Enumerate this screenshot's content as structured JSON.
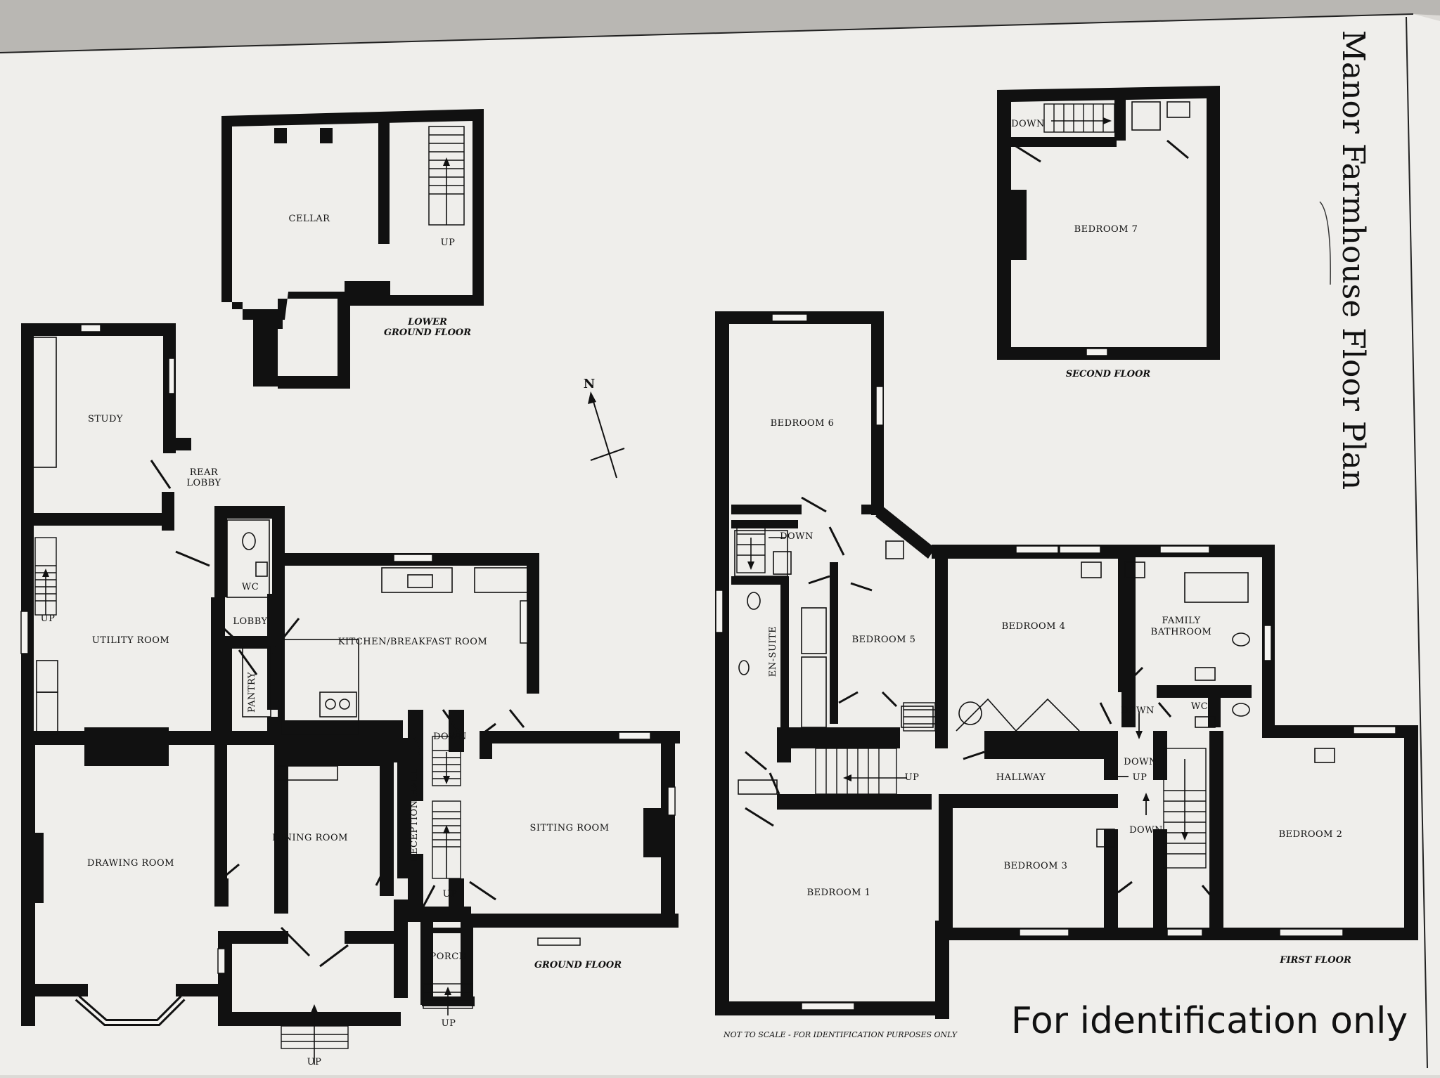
{
  "title": "Manor Farmhouse Floor Plan",
  "stamp": "For identification only",
  "scale_note": "NOT TO SCALE - FOR IDENTIFICATION PURPOSES ONLY",
  "compass": "N",
  "floors": {
    "lower_ground": {
      "label_line1": "LOWER",
      "label_line2": "GROUND FLOOR",
      "rooms": {
        "cellar": "CELLAR"
      },
      "up": "UP"
    },
    "ground": {
      "label": "GROUND FLOOR",
      "rooms": {
        "study": "STUDY",
        "rear_lobby_1": "REAR",
        "rear_lobby_2": "LOBBY",
        "wc": "WC",
        "lobby": "LOBBY",
        "utility": "UTILITY ROOM",
        "kitchen": "KITCHEN/BREAKFAST ROOM",
        "pantry": "PANTRY",
        "drawing": "DRAWING ROOM",
        "dining": "DINING ROOM",
        "reception": "RECEPTION HALL",
        "sitting": "SITTING ROOM",
        "porch": "PORCH"
      },
      "stairs": {
        "up_utility": "UP",
        "down_hall": "DOWN",
        "up_hall": "UP",
        "up_porch": "UP",
        "up_bay": "UP"
      }
    },
    "first": {
      "label": "FIRST FLOOR",
      "rooms": {
        "bed6": "BEDROOM 6",
        "bed5": "BEDROOM 5",
        "ensuite": "EN-SUITE",
        "bed4": "BEDROOM 4",
        "family_bath_1": "FAMILY",
        "family_bath_2": "BATHROOM",
        "wc": "WC",
        "hallway": "HALLWAY",
        "bed1": "BEDROOM 1",
        "bed3": "BEDROOM 3",
        "bed2": "BEDROOM 2"
      },
      "stairs": {
        "down_bed6": "DOWN",
        "up_main": "UP",
        "down_1": "DOWN",
        "down_2": "DOWN",
        "up_2": "UP",
        "down_3": "DOWN"
      }
    },
    "second": {
      "label": "SECOND FLOOR",
      "rooms": {
        "bed7": "BEDROOM 7"
      },
      "down": "DOWN"
    }
  }
}
